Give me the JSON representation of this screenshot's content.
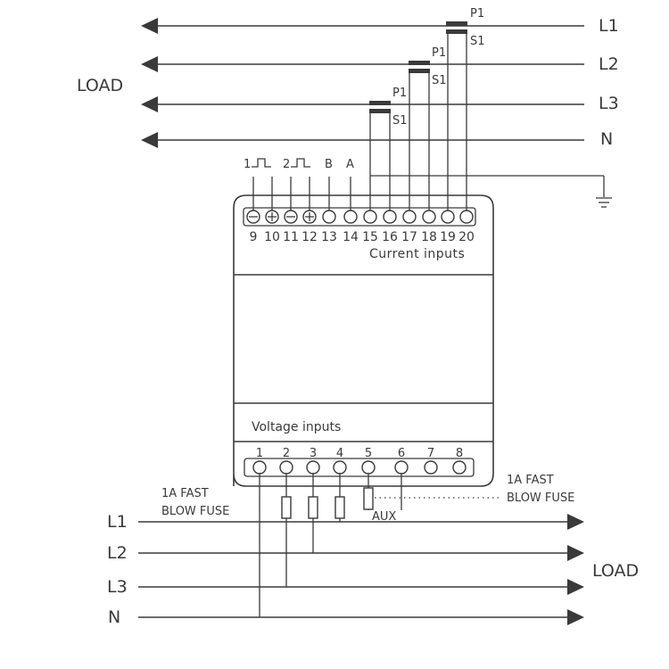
{
  "top": {
    "load_label": "LOAD",
    "lines": [
      {
        "id": "L1",
        "label": "L1"
      },
      {
        "id": "L2",
        "label": "L2"
      },
      {
        "id": "L3",
        "label": "L3"
      },
      {
        "id": "N",
        "label": "N"
      }
    ],
    "ct_labels": {
      "primary": "P1",
      "secondary": "S1"
    },
    "signal_labels": [
      "1",
      "2",
      "B",
      "A"
    ],
    "ground": "ground"
  },
  "device": {
    "top_terminals": [
      "9",
      "10",
      "11",
      "12",
      "13",
      "14",
      "15",
      "16",
      "17",
      "18",
      "19",
      "20"
    ],
    "top_terminal_symbols": [
      "minus",
      "plus",
      "minus",
      "plus",
      "",
      "",
      "",
      "",
      "",
      "",
      "",
      ""
    ],
    "current_inputs_label": "Current inputs",
    "voltage_inputs_label": "Voltage inputs",
    "bottom_terminals": [
      "1",
      "2",
      "3",
      "4",
      "5",
      "6",
      "7",
      "8"
    ]
  },
  "bottom": {
    "fuse_label_left": [
      "1A FAST",
      "BLOW FUSE"
    ],
    "fuse_label_right": [
      "1A FAST",
      "BLOW FUSE"
    ],
    "aux_label": "AUX",
    "load_label": "LOAD",
    "lines": [
      {
        "id": "L1",
        "label": "L1"
      },
      {
        "id": "L2",
        "label": "L2"
      },
      {
        "id": "L3",
        "label": "L3"
      },
      {
        "id": "N",
        "label": "N"
      }
    ]
  }
}
